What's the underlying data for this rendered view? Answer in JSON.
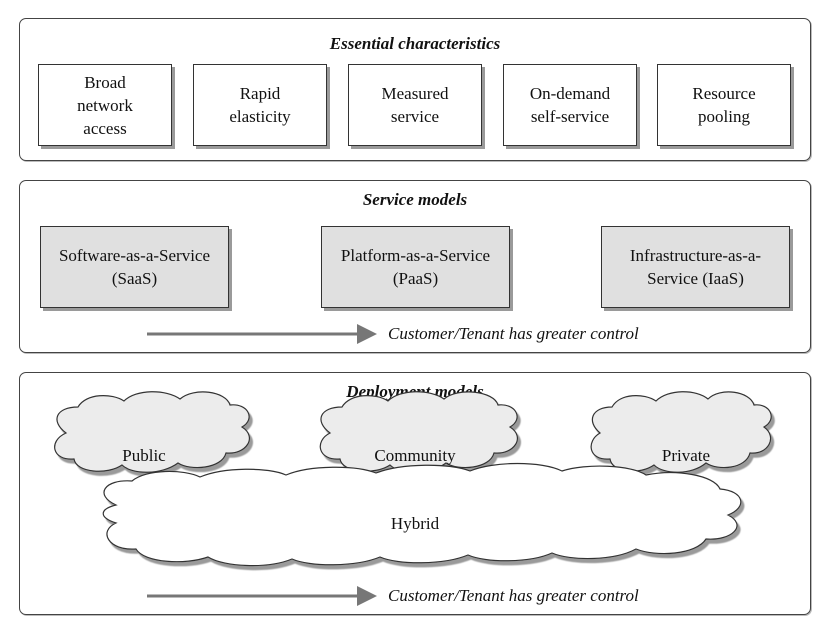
{
  "essential": {
    "title": "Essential characteristics",
    "items": [
      "Broad\nnetwork\naccess",
      "Rapid\nelasticity",
      "Measured\nservice",
      "On-demand\nself-service",
      "Resource\npooling"
    ]
  },
  "service": {
    "title": "Service models",
    "items": [
      "Software-as-a-Service\n(SaaS)",
      "Platform-as-a-Service\n(PaaS)",
      "Infrastructure-as-a-\nService (IaaS)"
    ],
    "arrow_label": "Customer/Tenant has greater control"
  },
  "deployment": {
    "title": "Deployment models",
    "clouds": {
      "public": "Public",
      "community": "Community",
      "private": "Private",
      "hybrid": "Hybrid"
    },
    "arrow_label": "Customer/Tenant has greater control"
  },
  "colors": {
    "service_box_fill": "#e0e0e0",
    "arrow": "#777777",
    "shadow": "#9a9a9a"
  }
}
